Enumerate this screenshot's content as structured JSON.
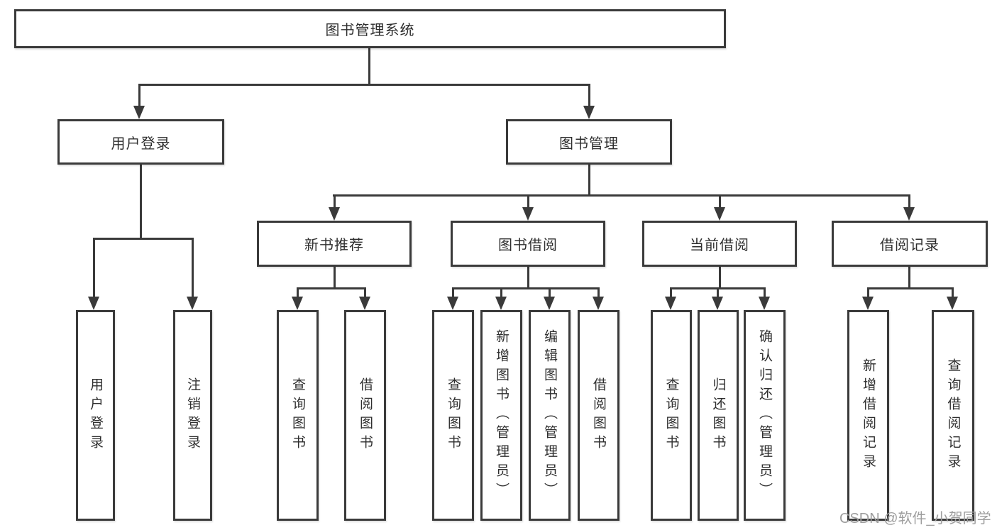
{
  "nodes": {
    "root": "图书管理系统",
    "login": {
      "label": "用户登录",
      "children": [
        "用户登录",
        "注销登录"
      ]
    },
    "management": {
      "label": "图书管理"
    },
    "groups": [
      {
        "label": "新书推荐",
        "children": [
          "查询图书",
          "借阅图书"
        ]
      },
      {
        "label": "图书借阅",
        "children": [
          "查询图书",
          "新增图书（管理员）",
          "编辑图书（管理员）",
          "借阅图书"
        ]
      },
      {
        "label": "当前借阅",
        "children": [
          "查询图书",
          "归还图书",
          "确认归还（管理员）"
        ]
      },
      {
        "label": "借阅记录",
        "children": [
          "新增借阅记录",
          "查询借阅记录"
        ]
      }
    ]
  },
  "watermark": "CSDN @软件_小贺同学",
  "colors": {
    "line": "#3a3a3a",
    "text": "#2e2e2e",
    "watermark": "#9e9e9e",
    "background": "#ffffff"
  }
}
